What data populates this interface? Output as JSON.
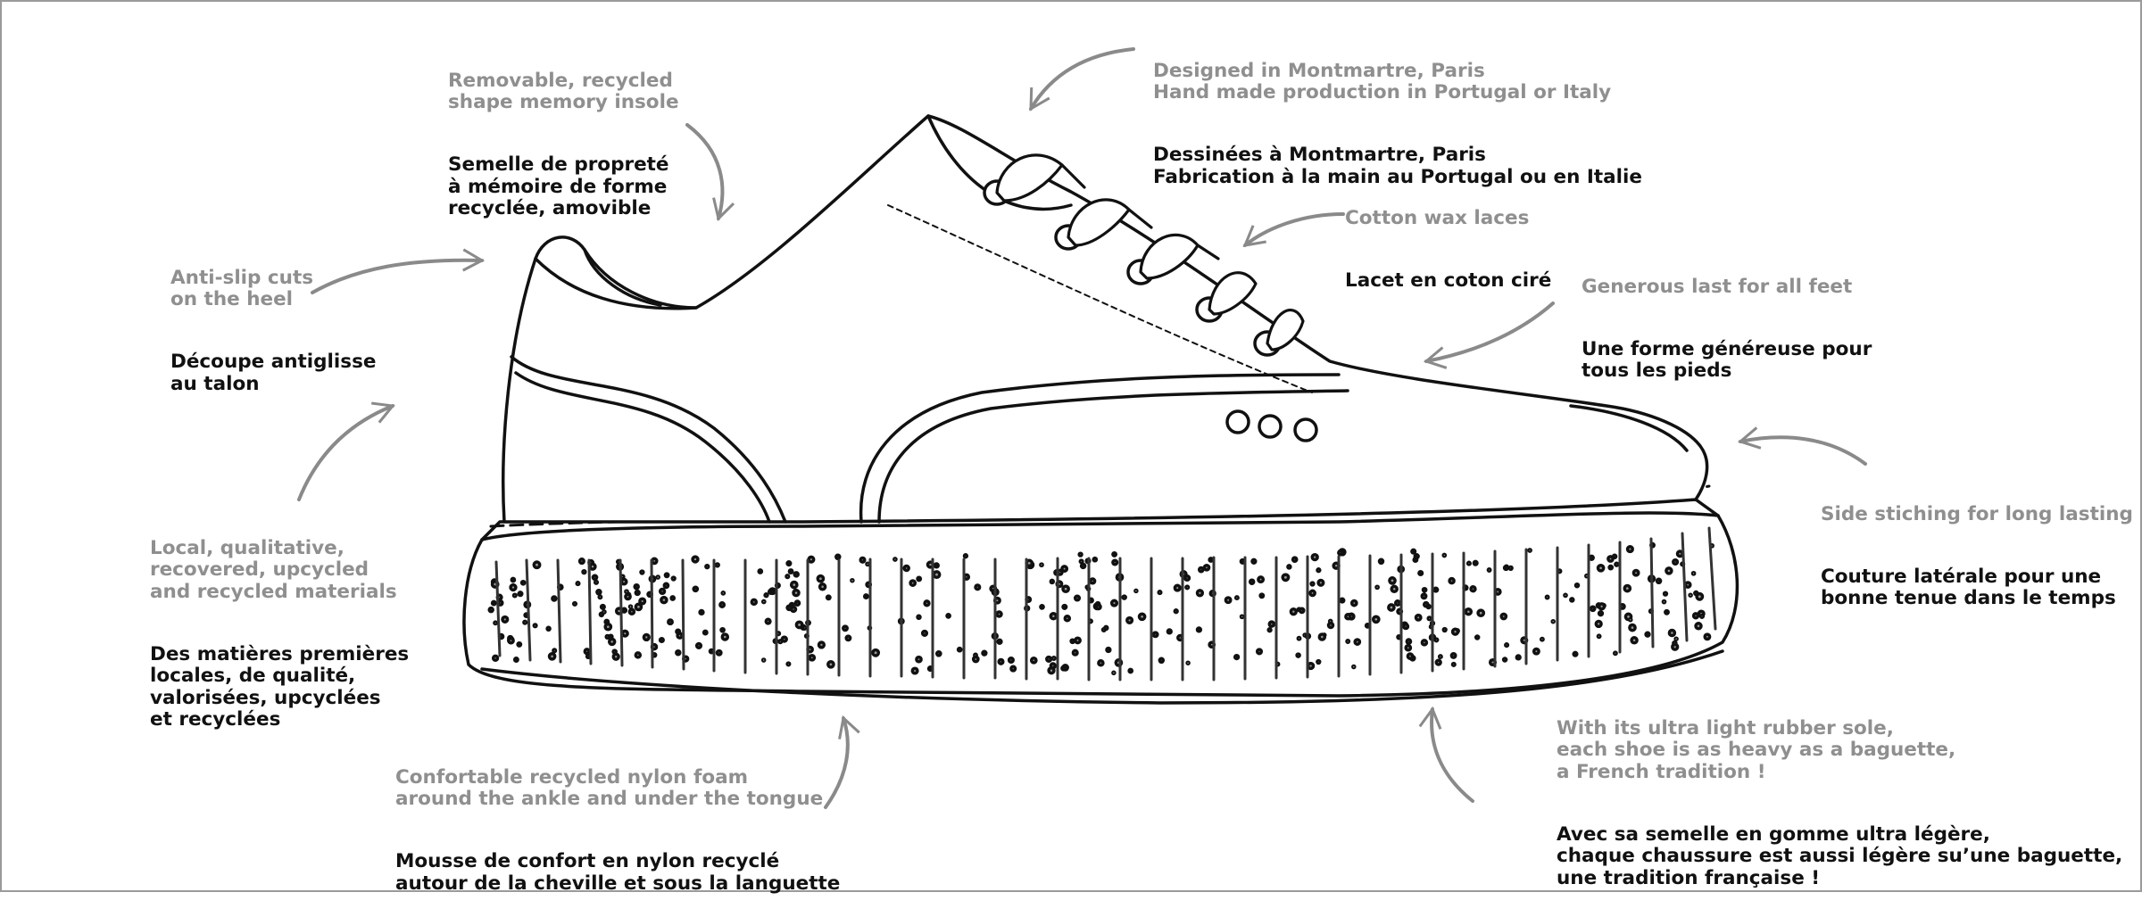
{
  "annotations": {
    "insole": {
      "en": "Removable,  recycled\nshape memory insole",
      "fr": "Semelle de propreté\nà mémoire de forme\nrecyclée, amovible"
    },
    "design": {
      "en": "Designed in Montmartre,  Paris\nHand made production in Portugal or Italy",
      "fr": "Dessinées à Montmartre, Paris\nFabrication à la main au Portugal ou en Italie"
    },
    "laces": {
      "en": "Cotton wax laces",
      "fr": "Lacet en coton ciré"
    },
    "last": {
      "en": "Generous last for all feet",
      "fr": "Une forme généreuse pour\ntous les pieds"
    },
    "antislip": {
      "en": "Anti-slip cuts\non the heel",
      "fr": "Découpe antiglisse\nau talon"
    },
    "stitching": {
      "en": "Side stiching for long lasting",
      "fr": "Couture latérale pour une\nbonne tenue dans le temps"
    },
    "materials": {
      "en": "Local, qualitative,\nrecovered, upcycled\nand recycled materials",
      "fr": "Des matières premières\nlocales, de qualité,\nvalorisées, upcyclées\net recyclées"
    },
    "foam": {
      "en": "Confortable recycled nylon foam\naround the ankle and under the tongue",
      "fr": "Mousse de confort en nylon recyclé\nautour de la cheville et sous la languette"
    },
    "sole": {
      "en": "With its ultra light rubber sole,\neach shoe is as heavy as a baguette,\na French tradition !",
      "fr": "Avec sa semelle en gomme ultra légère,\nchaque chaussure est aussi légère su’une baguette,\nune tradition française !"
    }
  }
}
